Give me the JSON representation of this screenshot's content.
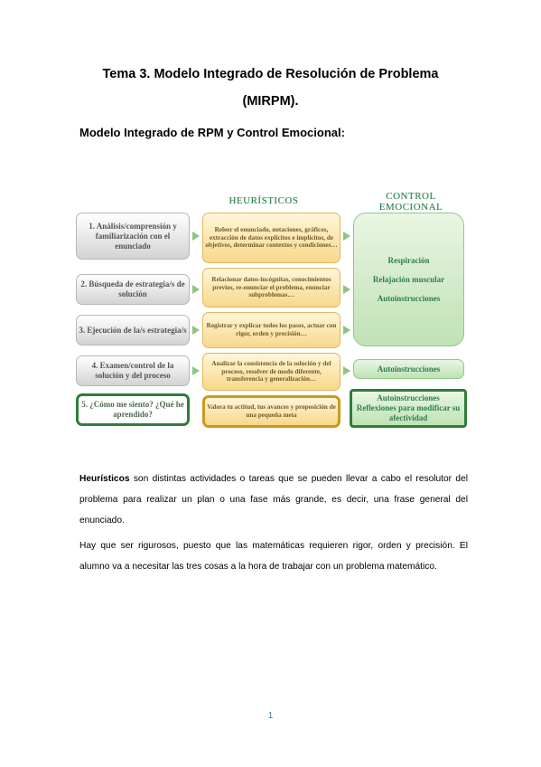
{
  "title_line1": "Tema 3. Modelo Integrado de Resolución de Problema",
  "title_line2": "(MIRPM).",
  "subtitle": "Modelo Integrado de RPM y Control Emocional:",
  "diagram": {
    "col_heuristicos": "HEURÍSTICOS",
    "col_control": "CONTROL EMOCIONAL",
    "steps": [
      "1. Análisis/comprensión y familiarización con el enunciado",
      "2. Búsqueda de estrategia/s de solución",
      "3. Ejecución de la/s estrategia/s",
      "4. Examen/control de la solución y del proceso",
      "5. ¿Cómo me siento? ¿Qué he aprendido?"
    ],
    "heuristics": [
      "Releer el enunciado, notaciones, gráficos, extracción de datos explícitos e implícitos, de objetivos, determinar contextos y condiciones…",
      "Relacionar datos-incógnitas, conocimientos previos, re-enunciar el problema, enunciar subproblemas…",
      "Registrar y explicar todos los pasos, actuar con rigor, orden y precisión…",
      "Analizar la consistencia de la solución y del proceso, resolver de modo diferente, transferencia y generalización…",
      "Valora tu actitud, tus avances y proposición de una pequeña meta"
    ],
    "control_big": [
      "Respiración",
      "Relajación muscular",
      "Autoinstrucciones"
    ],
    "control_4": "Autoinstrucciones",
    "control_5": [
      "Autoinstrucciones",
      "Reflexiones para modificar su afectividad"
    ]
  },
  "para1_bold": "Heurísticos",
  "para1_rest": " son distintas actividades o tareas que se pueden llevar a cabo el resolutor del problema para realizar un plan o una fase más grande, es decir, una frase general del enunciado.",
  "para2": "Hay que ser rigurosos, puesto que las matemáticas requieren rigor, orden y precisión. El alumno va a necesitar las tres cosas a la hora de trabajar con un problema matemático.",
  "page_number": "1"
}
